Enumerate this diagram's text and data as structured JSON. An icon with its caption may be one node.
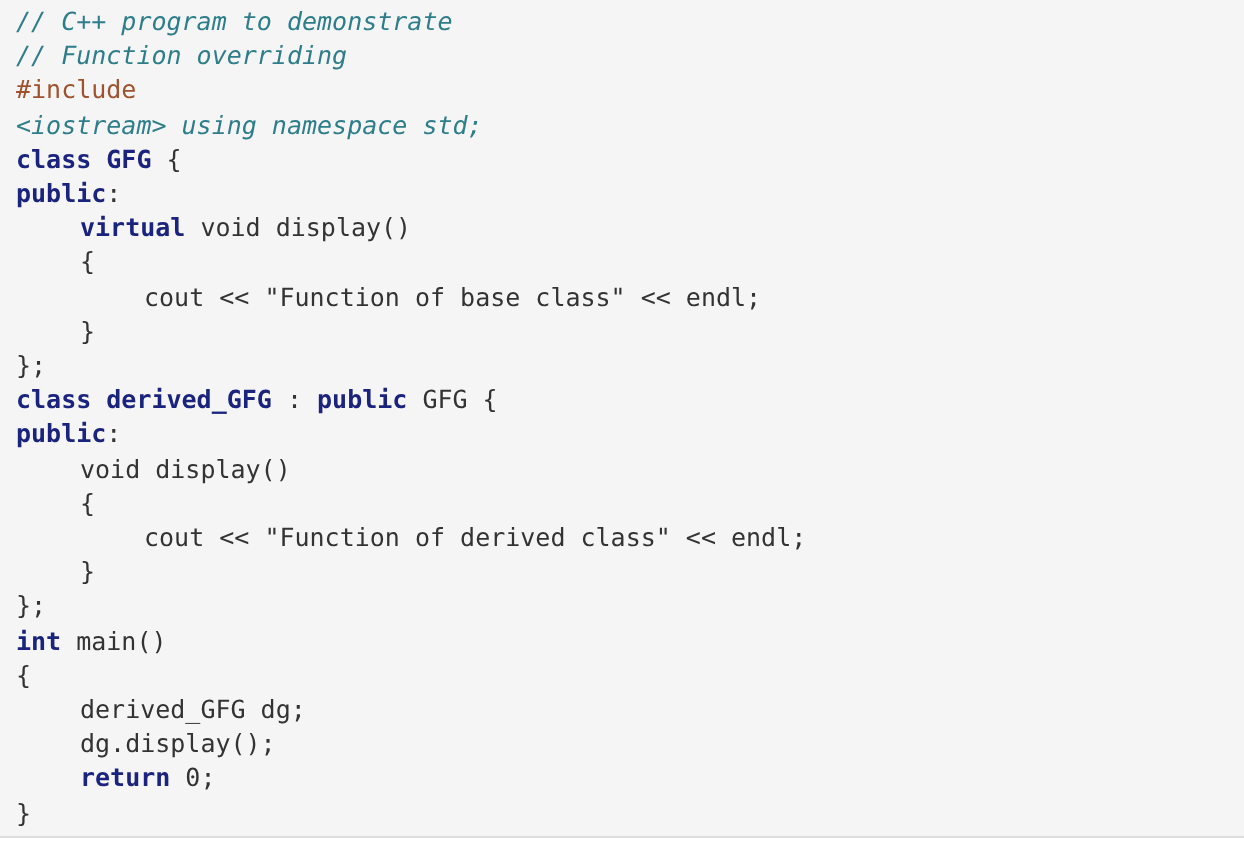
{
  "diagram": {
    "labels": [
      "// C++ program to demonstrate",
      "// Function overriding",
      "#include",
      "<iostream> using namespace std;",
      "**class GFG** {",
      "**public**:",
      "**virtual** void display()",
      "{",
      "cout << \"Function of base class\" << endl;",
      "}",
      "};",
      "**class derived_GFG** : **public** GFG {",
      "**public**:",
      "void display()",
      "{",
      "cout << \"Function of derived class\" << endl;",
      "}",
      "};",
      "**int** main()",
      "{",
      "derived_GFG dg;",
      "dg.display();",
      "**return** 0;",
      "}"
    ]
  }
}
